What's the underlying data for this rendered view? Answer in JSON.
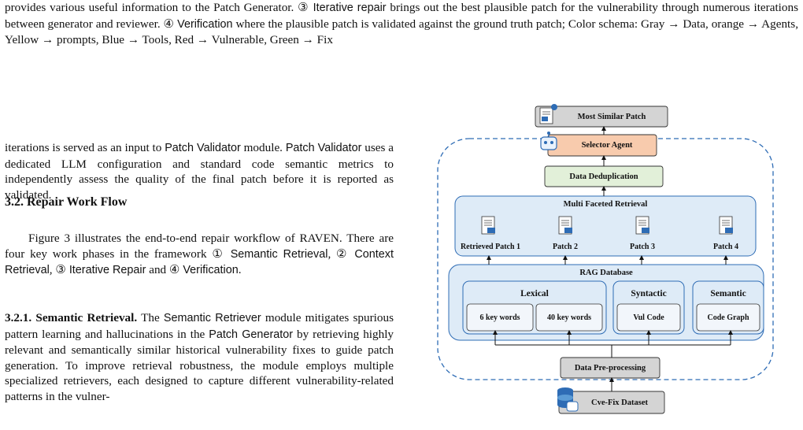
{
  "caption": {
    "line1": "provides various useful information to the Patch Generator. ③ ",
    "term_iterative": "Iterative repair",
    "line1b": " brings out the best plausible patch for the vulnerability through numerous iterations between generator and reviewer. ④ ",
    "term_verification": "Verification",
    "line1c": " where the plausible patch is validated against the ground truth patch; Color schema: Gray → Data, orange → Agents, Yellow → prompts, Blue → Tools, Red → Vulnerable, Green → Fix"
  },
  "body": {
    "p1_a": "iterations is served as an input to ",
    "p1_term1": "Patch Validator",
    "p1_b": " module. ",
    "p1_term2": "Patch Validator",
    "p1_c": " uses a dedicated LLM configuration and standard code semantic metrics to independently assess the quality of the final patch before it is reported as validated.",
    "section_title": "3.2. Repair Work Flow",
    "p2_a": "Figure 3 illustrates the end-to-end repair workflow of RAVEN. There are four key work phases in the framework ① ",
    "p2_t1": "Semantic Retrieval",
    "p2_b": ", ② ",
    "p2_t2": "Context Retrieval",
    "p2_c": ", ③ ",
    "p2_t3": "Iterative Repair",
    "p2_d": " and ④ ",
    "p2_t4": "Verification",
    "p2_e": ".",
    "p3_heading": "3.2.1. Semantic Retrieval.",
    "p3_a": " The ",
    "p3_t1": "Semantic Retriever",
    "p3_b": " module mitigates spurious pattern learning and hallucinations in the ",
    "p3_t2": "Patch Generator",
    "p3_c": " by retrieving highly relevant and semantically similar historical vulnerability fixes to guide patch generation. To improve retrieval robustness, the module employs multiple specialized retrievers, each designed to capture different vulnerability-related patterns in the vulner-"
  },
  "figure": {
    "most_similar_patch": "Most Similar Patch",
    "selector_agent": "Selector Agent",
    "data_dedup": "Data Deduplication",
    "multi_faceted": "Multi Faceted Retrieval",
    "patches": [
      "Retrieved Patch 1",
      "Patch 2",
      "Patch 3",
      "Patch 4"
    ],
    "rag_database": "RAG Database",
    "lexical": "Lexical",
    "syntactic": "Syntactic",
    "semantic": "Semantic",
    "kw6": "6 key words",
    "kw40": "40 key words",
    "vul_code": "Vul Code",
    "code_graph": "Code Graph",
    "preprocessing": "Data Pre-processing",
    "dataset": "Cve-Fix Dataset",
    "colors": {
      "gray": "#d4d4d4",
      "orange": "#f8cbad",
      "green": "#e2f0d9",
      "blue_panel": "#deebf7",
      "dashed_border": "#2e6cb5"
    }
  }
}
